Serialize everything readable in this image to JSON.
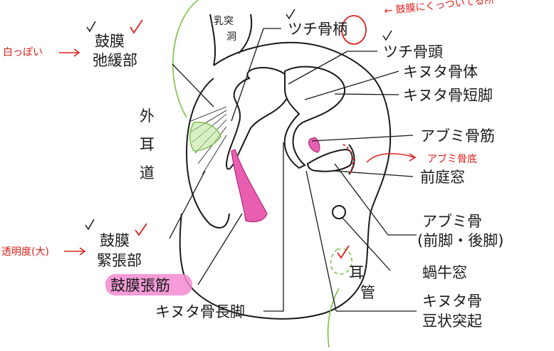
{
  "diagram": {
    "labels": {
      "tympanic_flaccid_1": "鼓膜",
      "tympanic_flaccid_2": "弛緩部",
      "external_canal_1": "外",
      "external_canal_2": "耳",
      "external_canal_3": "道",
      "tympanic_tense_1": "鼓膜",
      "tympanic_tense_2": "緊張部",
      "tensor_tympani": "鼓膜張筋",
      "incus_long_process": "キヌタ骨長脚",
      "malleus_handle": "ツチ骨柄",
      "malleus_head": "ツチ骨頭",
      "incus_body": "キヌタ骨体",
      "incus_short_process": "キヌタ骨短脚",
      "stapedius": "アブミ骨筋",
      "oval_window": "前庭窓",
      "stapes_1": "アブミ骨",
      "stapes_2": "(前脚・後脚)",
      "round_window": "蝸牛窓",
      "lenticular_1": "キヌタ骨",
      "lenticular_2": "豆状突起",
      "antrum_1": "乳突",
      "antrum_2": "洞",
      "eustachian_1": "耳",
      "eustachian_2": "管"
    },
    "annotations": {
      "whitish": "白っぽい",
      "transparency": "透明度(大)",
      "attached": "← 鼓膜にくっついてる所",
      "stapes_base": "アブミ骨底"
    },
    "colors": {
      "line": "#1a1a1a",
      "annotation_red": "#e0201c",
      "annotation_green": "#7cc24a",
      "muscle_pink": "#e95fb0",
      "highlight_pink": "#f28ad1"
    }
  }
}
